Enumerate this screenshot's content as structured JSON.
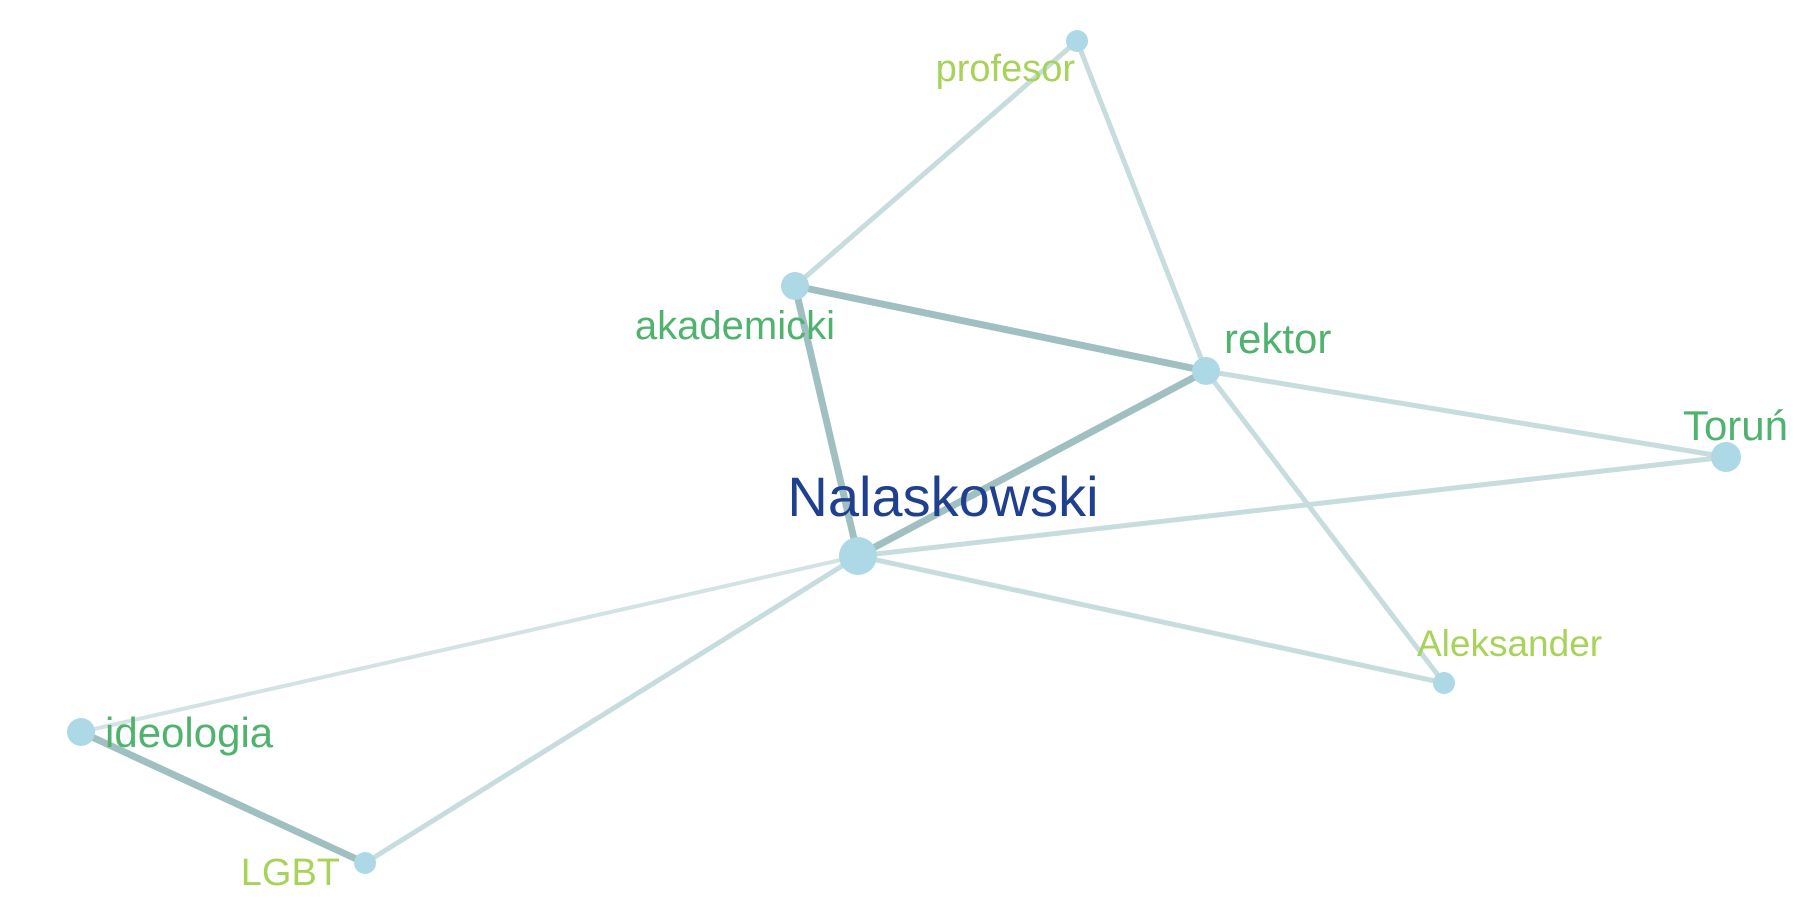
{
  "graph": {
    "colors": {
      "node_fill": "#add8e6",
      "edge_strong": "#9fbfc0",
      "edge_medium": "#c6dcdd",
      "edge_light": "#d3e3e4",
      "label_center": "#1f3f8f",
      "label_mid": "#4fb36f",
      "label_light": "#a8d35a"
    },
    "nodes": [
      {
        "id": "profesor",
        "label": "profesor"
      },
      {
        "id": "akademicki",
        "label": "akademicki"
      },
      {
        "id": "rektor",
        "label": "rektor"
      },
      {
        "id": "torun",
        "label": "Toruń"
      },
      {
        "id": "nalaskowski",
        "label": "Nalaskowski"
      },
      {
        "id": "aleksander",
        "label": "Aleksander"
      },
      {
        "id": "ideologia",
        "label": "ideologia"
      },
      {
        "id": "lgbt",
        "label": "LGBT"
      }
    ],
    "edges": [
      {
        "source": "profesor",
        "target": "akademicki",
        "weight": "medium"
      },
      {
        "source": "profesor",
        "target": "rektor",
        "weight": "medium"
      },
      {
        "source": "akademicki",
        "target": "rektor",
        "weight": "strong"
      },
      {
        "source": "akademicki",
        "target": "nalaskowski",
        "weight": "strong"
      },
      {
        "source": "rektor",
        "target": "nalaskowski",
        "weight": "strong"
      },
      {
        "source": "rektor",
        "target": "torun",
        "weight": "medium"
      },
      {
        "source": "rektor",
        "target": "aleksander",
        "weight": "medium"
      },
      {
        "source": "nalaskowski",
        "target": "torun",
        "weight": "medium"
      },
      {
        "source": "nalaskowski",
        "target": "aleksander",
        "weight": "medium"
      },
      {
        "source": "nalaskowski",
        "target": "ideologia",
        "weight": "light"
      },
      {
        "source": "nalaskowski",
        "target": "lgbt",
        "weight": "medium"
      },
      {
        "source": "ideologia",
        "target": "lgbt",
        "weight": "strong"
      }
    ]
  }
}
